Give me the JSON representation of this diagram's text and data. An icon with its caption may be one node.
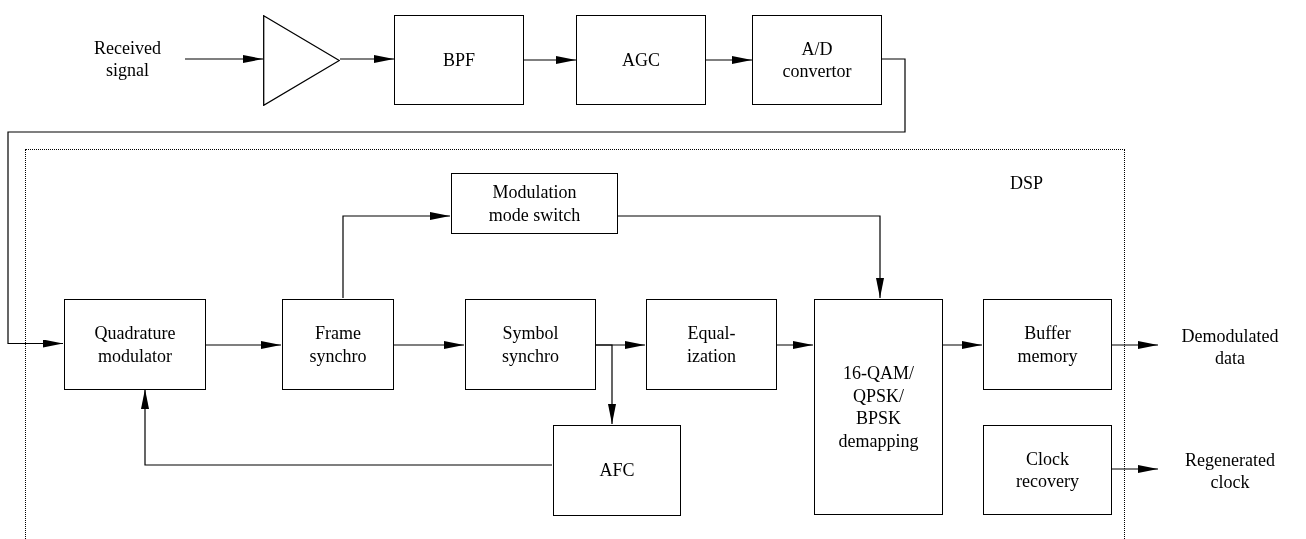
{
  "diagram": {
    "nodes": [
      {
        "text": [
          "Received signal"
        ]
      },
      {
        "text": [],
        "shape": "triangle"
      },
      {
        "text": [
          "BPF"
        ]
      },
      {
        "text": [
          "AGC"
        ]
      },
      {
        "text": [
          "A/D convertor"
        ]
      },
      {
        "text": [
          "DSP"
        ]
      },
      {
        "text": [
          "Modulation mode switch"
        ],
        "in": 5
      },
      {
        "text": [
          "Quadrature modulator"
        ],
        "in": 5
      },
      {
        "text": [
          "Frame synchro"
        ],
        "in": 5
      },
      {
        "text": [
          "Symbol synchro"
        ],
        "in": 5
      },
      {
        "text": [
          "AFC"
        ],
        "in": 5
      },
      {
        "text": [
          "Equal- ization"
        ],
        "in": 5
      },
      {
        "text": [
          "16-QAM/ QPSK/ BPSK demapping"
        ],
        "in": 5
      },
      {
        "text": [
          "Buffer memory"
        ],
        "in": 5
      },
      {
        "text": [
          "Clock recovery"
        ],
        "in": 5
      },
      {
        "text": [
          "Demodulated data"
        ]
      },
      {
        "text": [
          "Regenerated clock"
        ]
      }
    ],
    "edges": [
      {
        "from": 0,
        "to": 1,
        "arrow": "to"
      },
      {
        "from": 1,
        "to": 2,
        "arrow": "to"
      },
      {
        "from": 2,
        "to": 3,
        "arrow": "to"
      },
      {
        "from": 3,
        "to": 4,
        "arrow": "to"
      },
      {
        "from": 4,
        "to": 7,
        "arrow": "to"
      },
      {
        "from": 7,
        "to": 8,
        "arrow": "to"
      },
      {
        "from": 8,
        "to": 6,
        "arrow": "to"
      },
      {
        "from": 6,
        "to": 12,
        "arrow": "to"
      },
      {
        "from": 8,
        "to": 9,
        "arrow": "to"
      },
      {
        "from": 9,
        "to": 11,
        "arrow": "to"
      },
      {
        "from": 9,
        "to": 10,
        "arrow": "to"
      },
      {
        "from": 10,
        "to": 7,
        "arrow": "to"
      },
      {
        "from": 11,
        "to": 12,
        "arrow": "to"
      },
      {
        "from": 12,
        "to": 13,
        "arrow": "to"
      },
      {
        "from": 13,
        "to": 15,
        "arrow": "to"
      },
      {
        "from": 14,
        "to": 16,
        "arrow": "to"
      }
    ]
  }
}
